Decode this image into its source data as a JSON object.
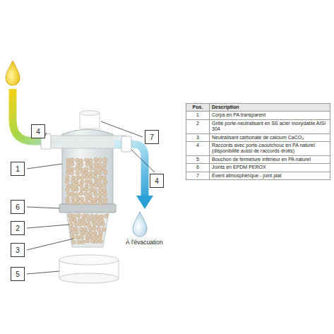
{
  "diagram": {
    "nodes": [
      {
        "text": [
          "4"
        ]
      },
      {
        "text": [
          "7"
        ]
      },
      {
        "text": [
          "1"
        ]
      },
      {
        "text": [
          "4"
        ]
      },
      {
        "text": [
          "6"
        ]
      },
      {
        "text": [
          "2"
        ]
      },
      {
        "text": [
          "3"
        ]
      },
      {
        "text": [
          "5"
        ]
      }
    ],
    "labels": [
      "À l'évacuation",
      "Pos.",
      "Description",
      "1",
      "Corps en PA transparent",
      "2",
      "Grille porte-neutralisant en SS acier inoxydable AISI 304",
      "3",
      "Neutralisant carbonate de calcium CaCO₃",
      "4",
      "Raccords avec porte-caoutchouc en PA naturel (disponibilité aussi de raccords droits)",
      "5",
      "Bouchon de fermeture inférieur en PA naturel",
      "6",
      "Joints en EPDM PEROX",
      "7",
      "Évent atmosphérique - joint plat"
    ]
  }
}
